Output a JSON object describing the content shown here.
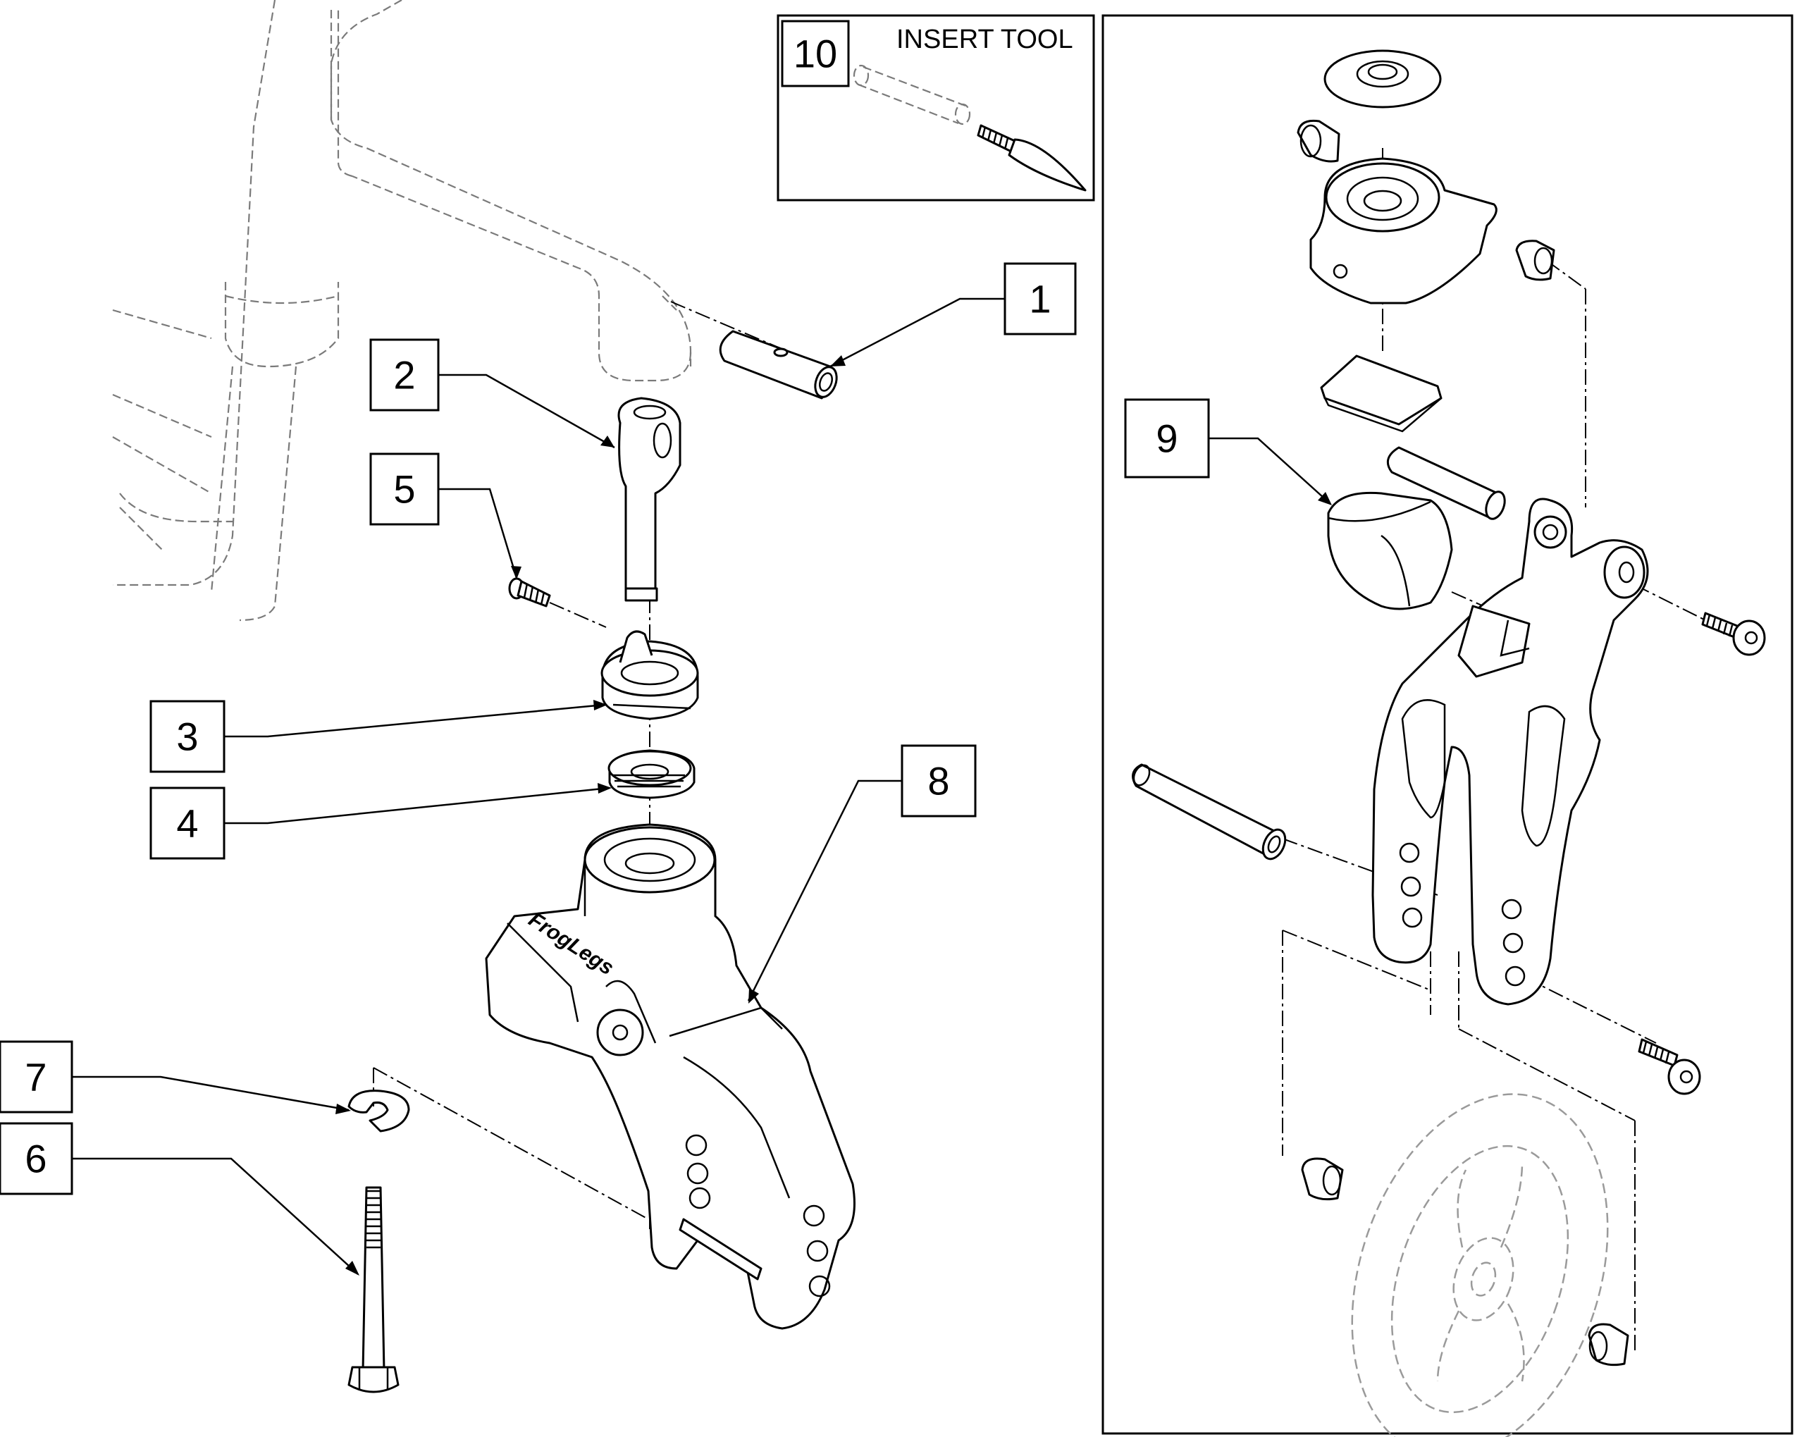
{
  "callouts": {
    "c1": "1",
    "c2": "2",
    "c3": "3",
    "c4": "4",
    "c5": "5",
    "c6": "6",
    "c7": "7",
    "c8": "8",
    "c9": "9",
    "c10": "10"
  },
  "insert_tool": {
    "title": "INSERT TOOL"
  },
  "logo": {
    "text": "FrogLegs"
  }
}
